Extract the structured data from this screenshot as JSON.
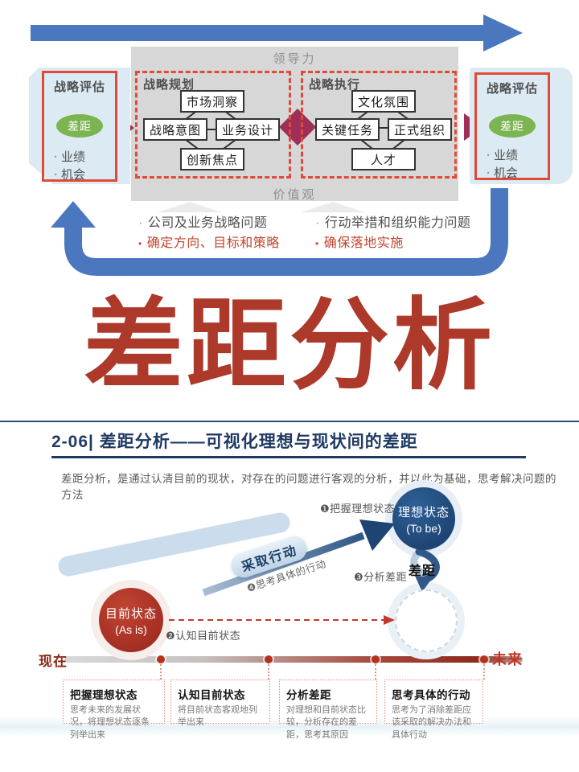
{
  "colors": {
    "arrow_blue": "#4a77bd",
    "frame_red": "#e24a38",
    "gap_green": "#7cb451",
    "connector_maroon": "#9e2f58",
    "title_brick": "#ad392a",
    "heading_navy": "#1e3a63",
    "to_be_navy": "#1d4472",
    "as_is_red": "#a93226",
    "timeline_dark_red": "#8e2a1e",
    "note_red": "#c2452f"
  },
  "top": {
    "leadership": "领导力",
    "values": "价值观",
    "eval": {
      "title": "战略评估",
      "gap": "差距",
      "bullet1": "业绩",
      "bullet2": "机会"
    },
    "planning": {
      "title": "战略规划",
      "nodes": [
        "市场洞察",
        "战略意图",
        "业务设计",
        "创新焦点"
      ]
    },
    "execution": {
      "title": "战略执行",
      "nodes": [
        "文化氛围",
        "关键任务",
        "正式组织",
        "人才"
      ]
    },
    "notes_left": {
      "item1": "公司及业务战略问题",
      "item2": "确定方向、目标和策略"
    },
    "notes_right": {
      "item1": "行动举措和组织能力问题",
      "item2": "确保落地实施"
    }
  },
  "big_title": "差距分析",
  "panel": {
    "heading": "2-06| 差距分析——可视化理想与现状间的差距",
    "description": "差距分析，是通过认清目前的现状，对存在的问题进行客观的分析，并以此为基础，思考解决问题的方法",
    "diagram": {
      "label_step1": "❶把握理想状态",
      "label_step2": "❷认知目前状态",
      "label_step3": "❸分析差距",
      "label_step4": "❹思考具体的行动",
      "to_be_line1": "理想状态",
      "to_be_line2": "(To be)",
      "as_is_line1": "目前状态",
      "as_is_line2": "(As is)",
      "gap": "差距",
      "action": "采取行动",
      "now": "现在",
      "future": "未来"
    },
    "steps": [
      {
        "title": "把握理想状态",
        "desc": "思考未来的发展状况，将理想状态逐条列举出来"
      },
      {
        "title": "认知目前状态",
        "desc": "将目前状态客观地列举出来"
      },
      {
        "title": "分析差距",
        "desc": "对理想和目前状态比较，分析存在的差距，思考其原因"
      },
      {
        "title": "思考具体的行动",
        "desc": "思考为了消除差距应该采取的解决办法和具体行动"
      }
    ]
  }
}
